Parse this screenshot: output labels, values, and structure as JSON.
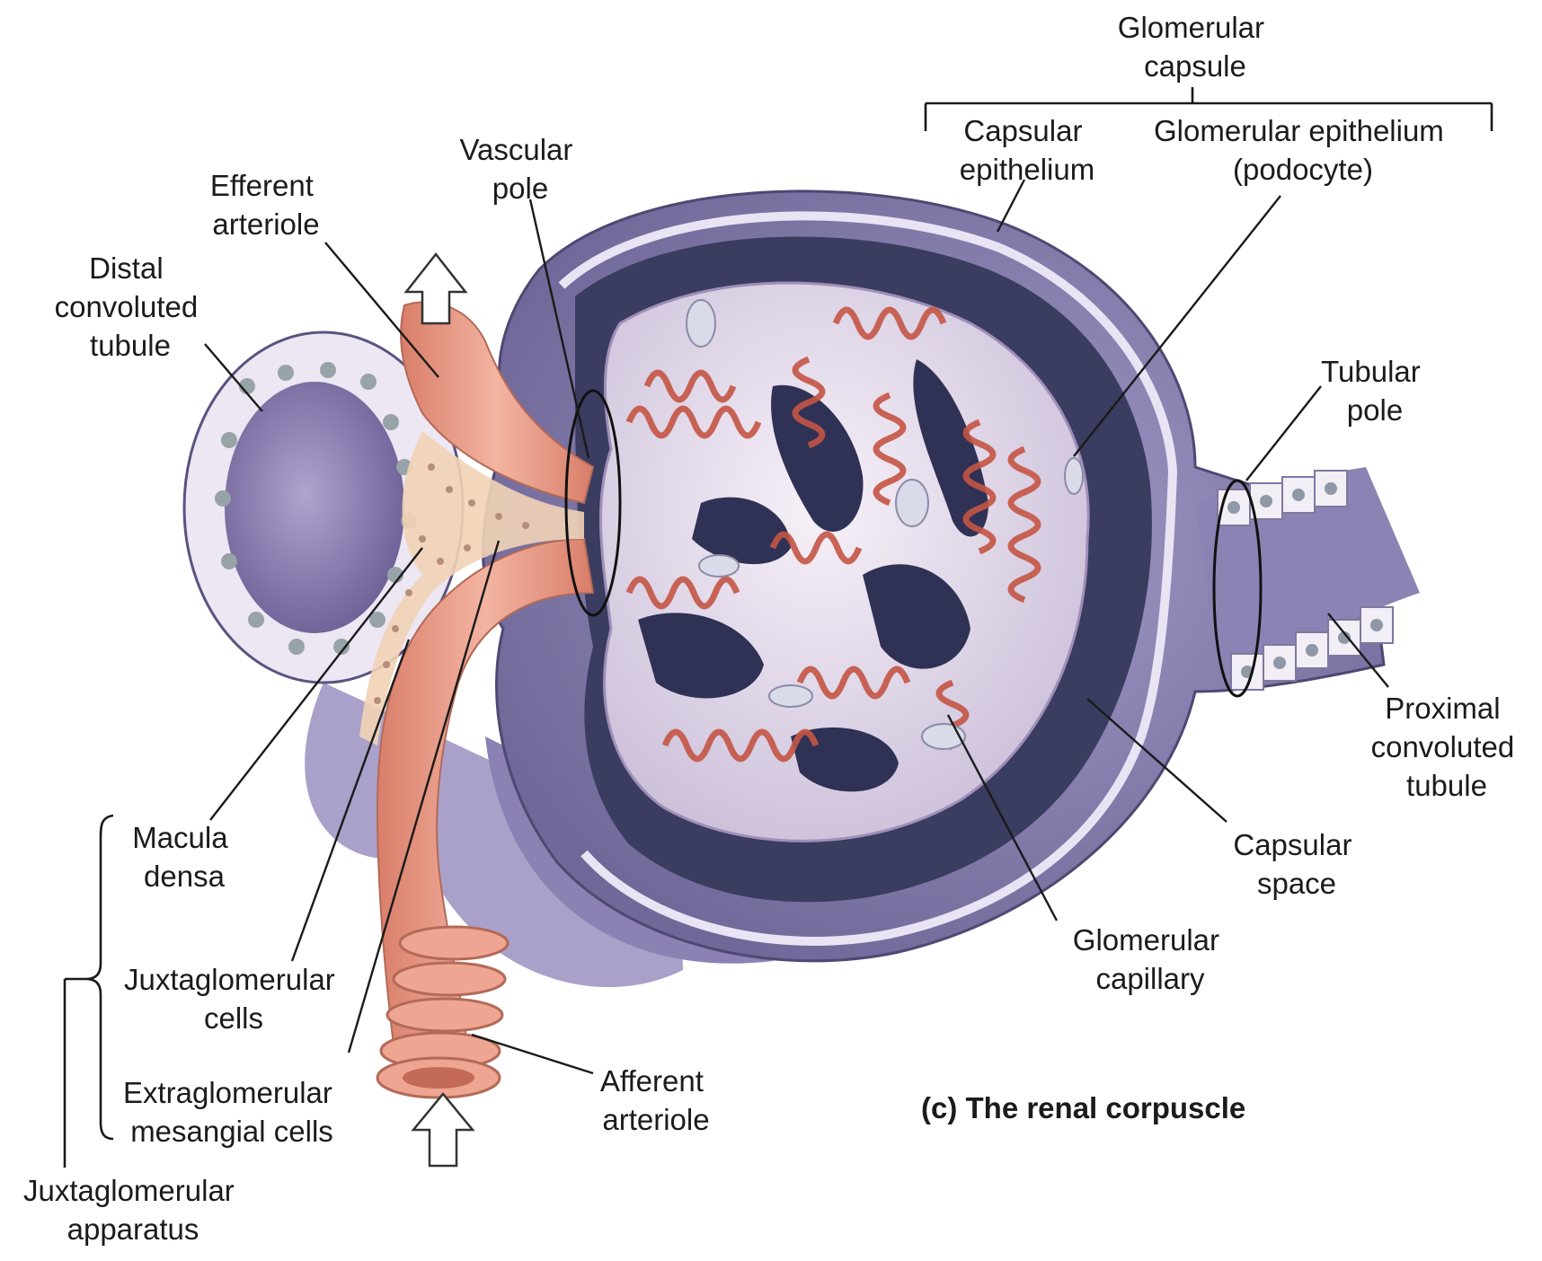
{
  "figure": {
    "caption": "(c) The renal corpuscle",
    "labels": {
      "glomerular_capsule": [
        "Glomerular",
        "capsule"
      ],
      "capsular_epithelium": [
        "Capsular",
        "epithelium"
      ],
      "glomerular_epithelium": [
        "Glomerular epithelium",
        "(podocyte)"
      ],
      "vascular_pole": [
        "Vascular",
        "pole"
      ],
      "efferent_arteriole": [
        "Efferent",
        "arteriole"
      ],
      "distal_convoluted_tubule": [
        "Distal",
        "convoluted",
        "tubule"
      ],
      "tubular_pole": [
        "Tubular",
        "pole"
      ],
      "proximal_convoluted_tubule": [
        "Proximal",
        "convoluted",
        "tubule"
      ],
      "capsular_space": [
        "Capsular",
        "space"
      ],
      "glomerular_capillary": [
        "Glomerular",
        "capillary"
      ],
      "afferent_arteriole": [
        "Afferent",
        "arteriole"
      ],
      "macula_densa": [
        "Macula",
        "densa"
      ],
      "juxtaglomerular_cells": [
        "Juxtaglomerular",
        "cells"
      ],
      "extraglomerular_mesangial_cells": [
        "Extraglomerular",
        "mesangial cells"
      ],
      "juxtaglomerular_apparatus": [
        "Juxtaglomerular",
        "apparatus"
      ]
    }
  },
  "colors": {
    "capsule_purple": "#8e86b8",
    "capsule_light": "#c9c2e0",
    "capsular_space_dark": "#3c3e63",
    "arteriole_salmon": "#e89a86",
    "capillary_red": "#c95a4a",
    "glomerulus_pale": "#ece4f0"
  }
}
